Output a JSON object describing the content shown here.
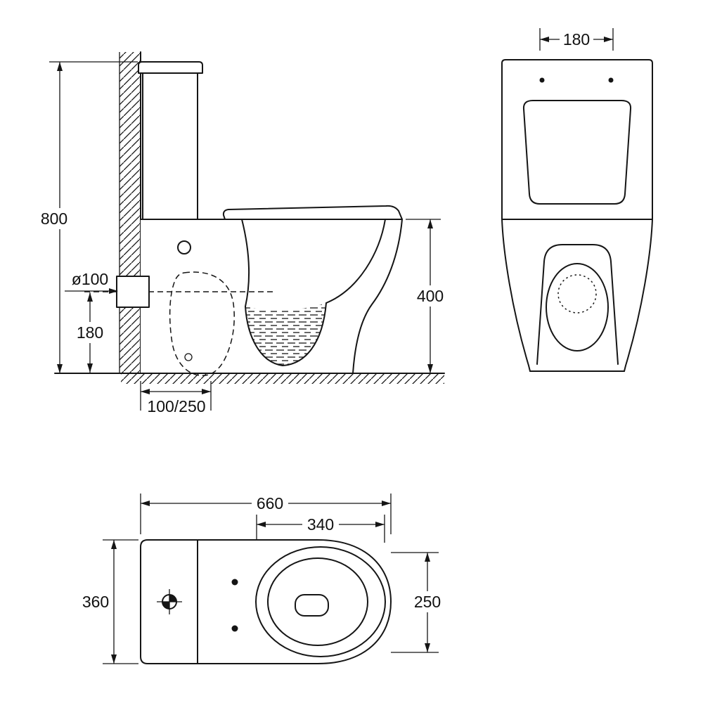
{
  "drawing": {
    "title": "toilet-suite-technical-dimension-drawing",
    "line_color": "#151515",
    "background_color": "#ffffff",
    "side_view": {
      "overall_height": "800",
      "outlet_diameter": "ø100",
      "outlet_height": "180",
      "bowl_height": "400",
      "setout": "100/250"
    },
    "front_view": {
      "top_width": "180"
    },
    "top_view": {
      "overall_length": "660",
      "seat_length": "340",
      "overall_width": "360",
      "bowl_width": "250"
    }
  }
}
